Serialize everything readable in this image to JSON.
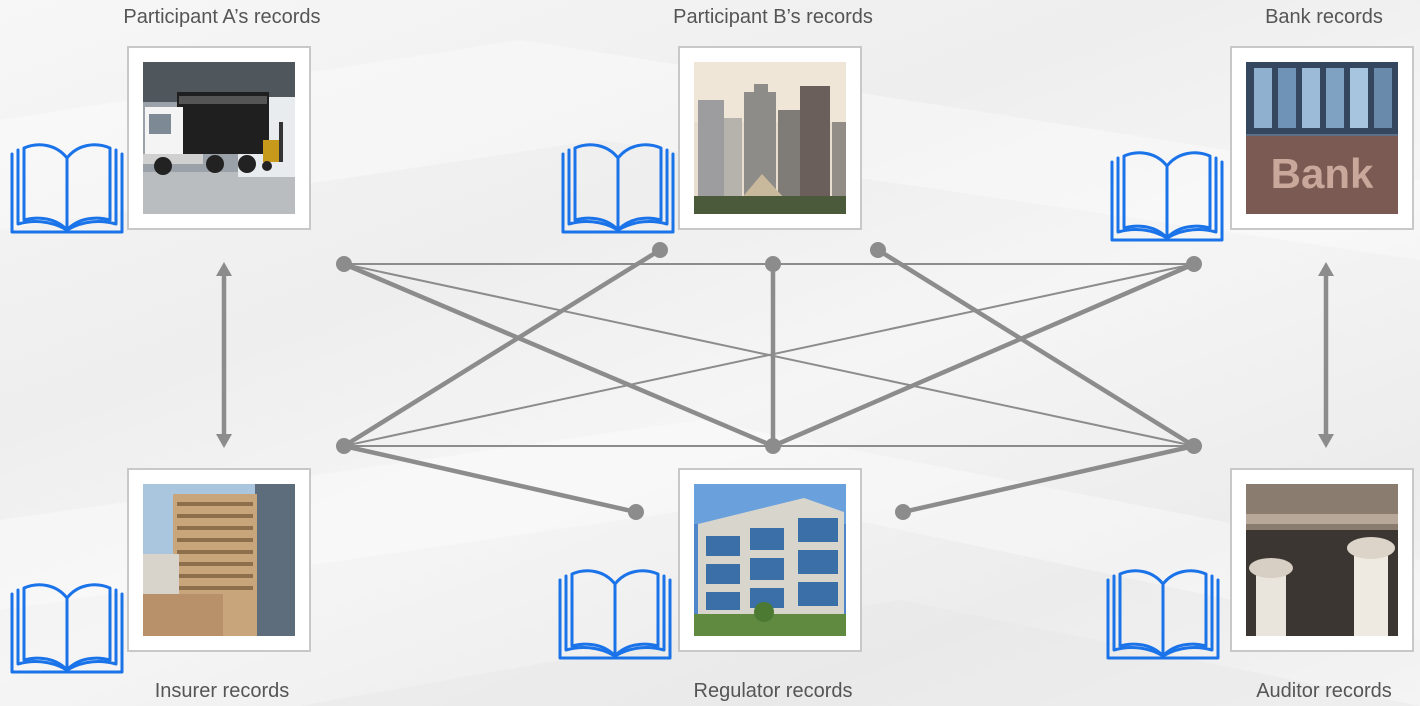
{
  "nodes": [
    {
      "id": "participant-a",
      "label": "Participant A’s records",
      "photo": "truck-warehouse"
    },
    {
      "id": "participant-b",
      "label": "Participant B’s records",
      "photo": "city-skyline"
    },
    {
      "id": "bank",
      "label": "Bank records",
      "photo": "bank-facade"
    },
    {
      "id": "insurer",
      "label": "Insurer records",
      "photo": "office-tower"
    },
    {
      "id": "regulator",
      "label": "Regulator records",
      "photo": "glass-office"
    },
    {
      "id": "auditor",
      "label": "Auditor records",
      "photo": "columns"
    }
  ],
  "icons": {
    "ledger": "open-book-icon"
  },
  "colors": {
    "line": "#8c8c8c",
    "book": "#1a73e8",
    "label": "#555555",
    "frame_border": "#c8c8c8"
  }
}
